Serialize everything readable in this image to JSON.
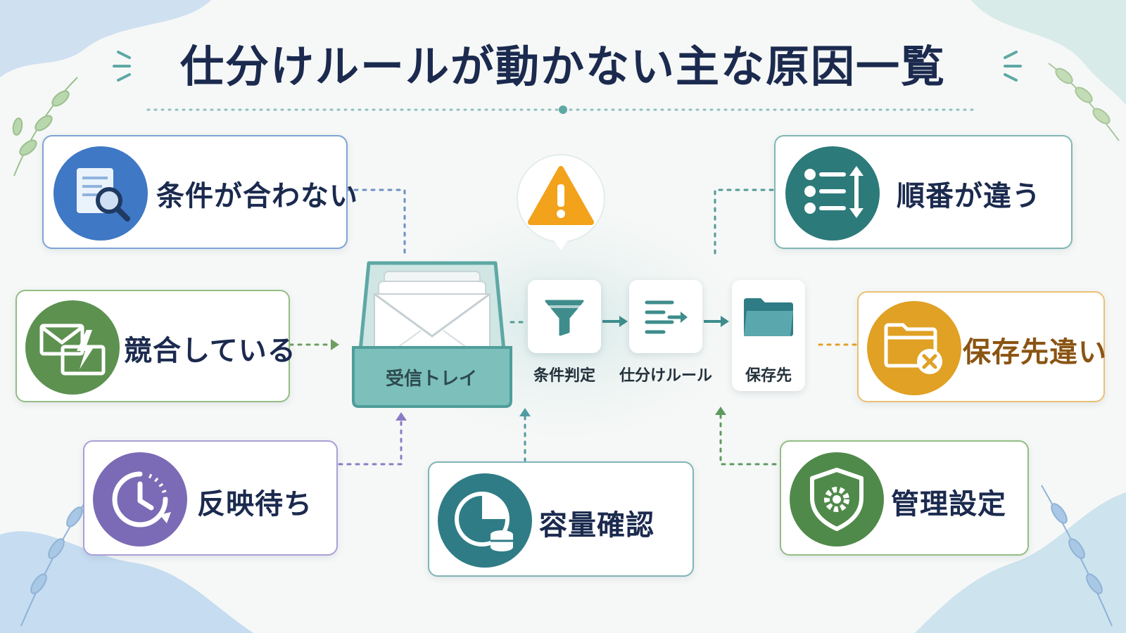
{
  "title": "仕分けルールが動かない主な原因一覧",
  "center": {
    "tray_label": "受信トレイ",
    "steps": [
      {
        "label": "条件判定",
        "icon": "funnel-icon"
      },
      {
        "label": "仕分けルール",
        "icon": "sort-rule-icon"
      },
      {
        "label": "保存先",
        "icon": "folder-icon"
      }
    ],
    "alert_icon": "warning-icon"
  },
  "causes": [
    {
      "label": "条件が合わない",
      "icon": "document-search-icon",
      "color": "#3f78c4"
    },
    {
      "label": "競合している",
      "icon": "mail-conflict-icon",
      "color": "#5d9150"
    },
    {
      "label": "反映待ち",
      "icon": "clock-icon",
      "color": "#7b6bb6"
    },
    {
      "label": "容量確認",
      "icon": "storage-chart-icon",
      "color": "#2f7c86"
    },
    {
      "label": "順番が違う",
      "icon": "ordered-list-icon",
      "color": "#2d7a7a"
    },
    {
      "label": "保存先違い",
      "icon": "folder-error-icon",
      "color": "#e0a124"
    },
    {
      "label": "管理設定",
      "icon": "admin-shield-icon",
      "color": "#4f8a4a"
    }
  ]
}
